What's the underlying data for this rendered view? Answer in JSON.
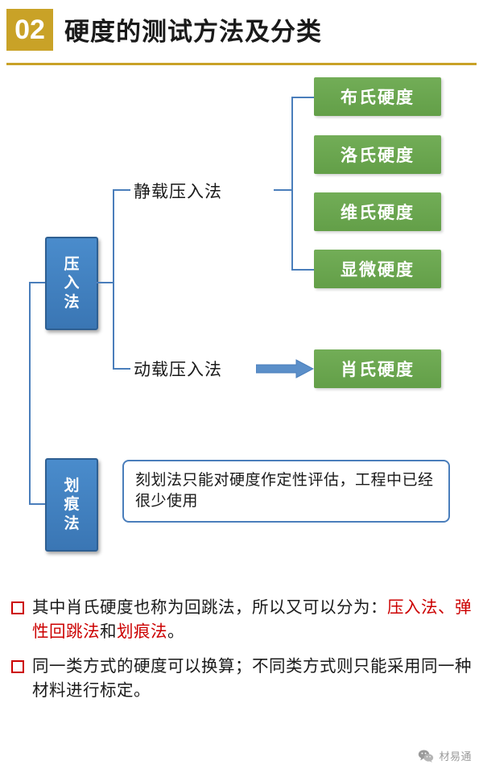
{
  "header": {
    "number": "02",
    "title": "硬度的测试方法及分类",
    "accent_color": "#c9a227"
  },
  "diagram": {
    "left_boxes": [
      {
        "name": "press-in-method",
        "lines": [
          "压",
          "入",
          "法"
        ]
      },
      {
        "name": "scratch-method",
        "lines": [
          "划",
          "痕",
          "法"
        ]
      }
    ],
    "mid_labels": {
      "static": "静载压入法",
      "dynamic": "动载压入法"
    },
    "green_boxes": [
      "布氏硬度",
      "洛氏硬度",
      "维氏硬度",
      "显微硬度",
      "肖氏硬度"
    ],
    "note": "刻划法只能对硬度作定性评估，工程中已经很少使用",
    "colors": {
      "blue_box": "#3f7fbf",
      "green_box": "#6aa84f",
      "connector": "#4a7ebb"
    }
  },
  "bullets": [
    {
      "segments": [
        {
          "text": "其中肖氏硬度也称为回跳法，所以又可以分为：",
          "color": "black"
        },
        {
          "text": "压入法、弹性回跳法",
          "color": "red"
        },
        {
          "text": "和",
          "color": "black"
        },
        {
          "text": "划痕法",
          "color": "red"
        },
        {
          "text": "。",
          "color": "black"
        }
      ]
    },
    {
      "segments": [
        {
          "text": "同一类方式的硬度可以换算；不同类方式则只能采用同一种材料进行标定。",
          "color": "black"
        }
      ]
    }
  ],
  "footer": {
    "icon": "wechat-icon",
    "text": "材易通"
  }
}
